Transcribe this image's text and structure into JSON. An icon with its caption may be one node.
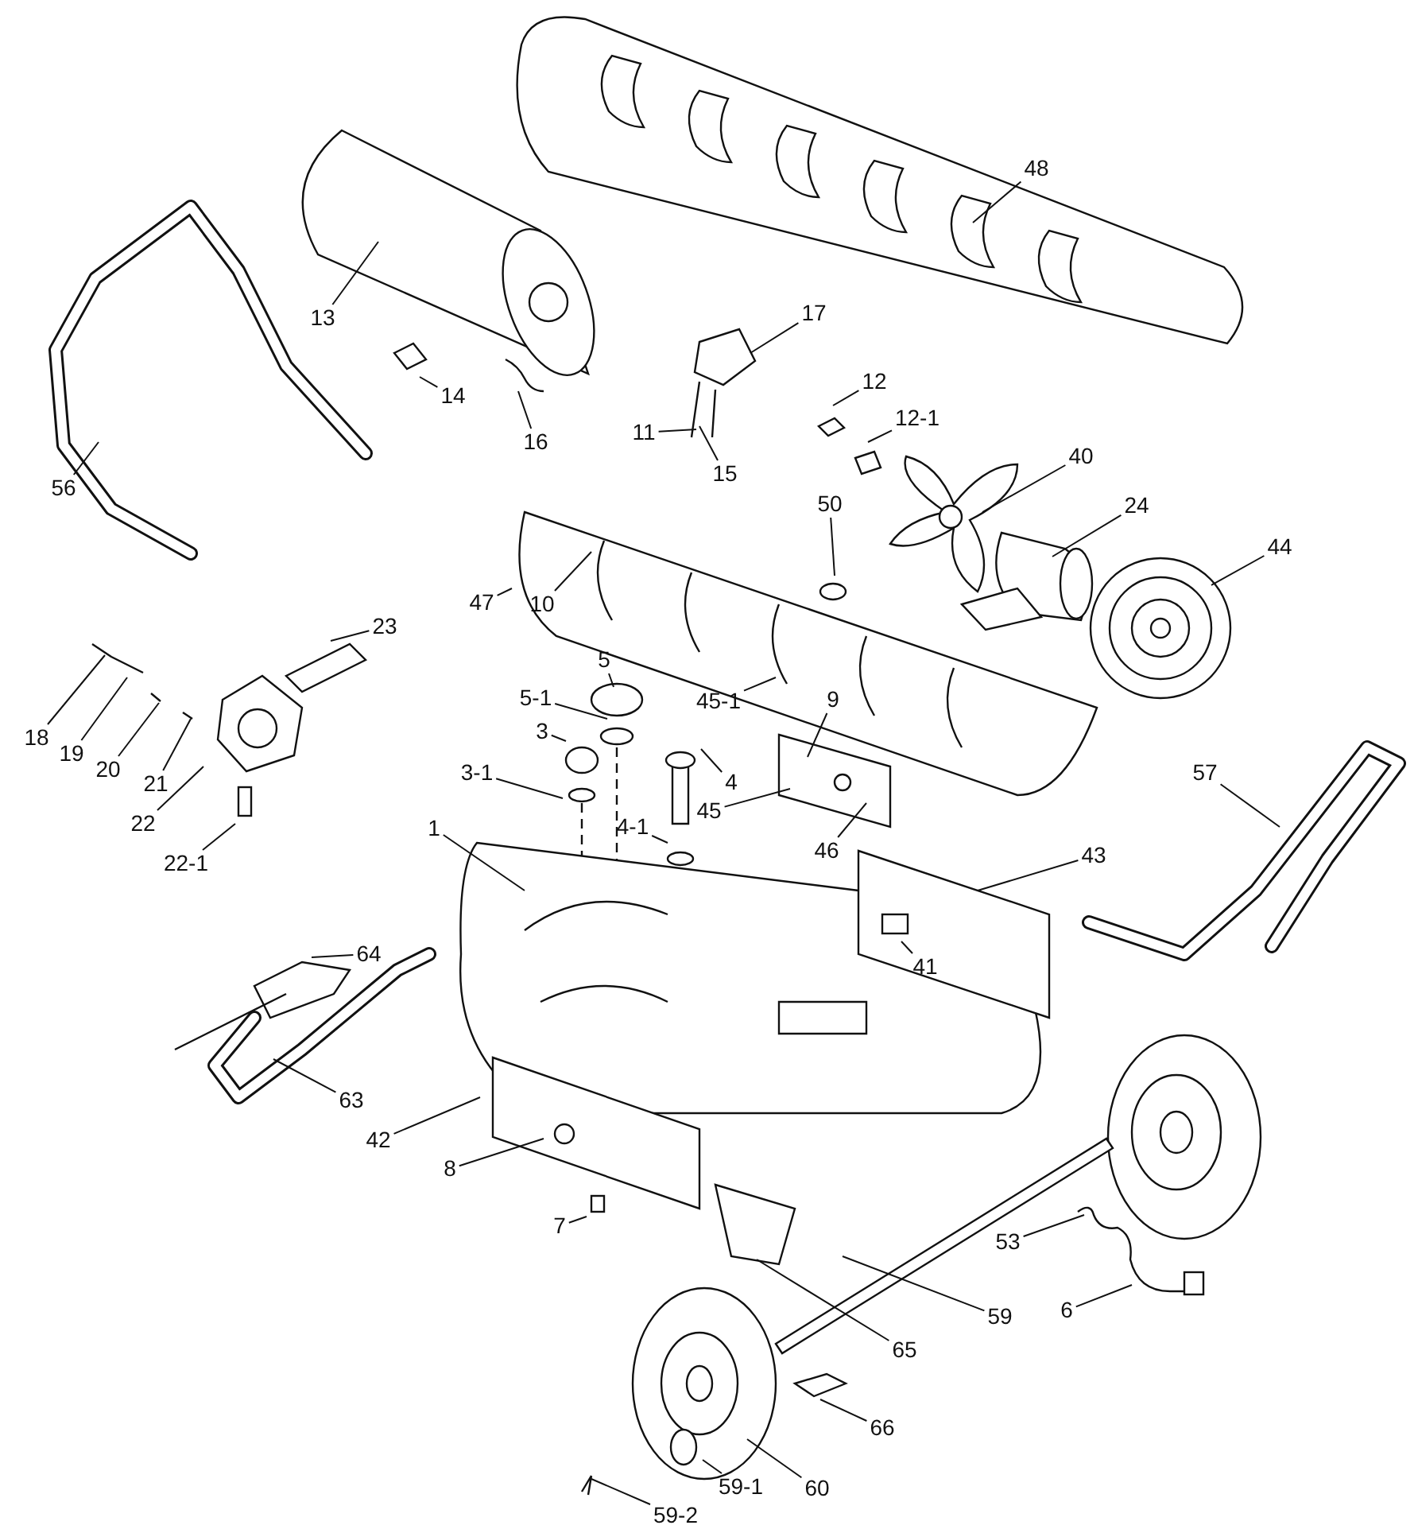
{
  "diagram": {
    "nodes": [
      {
        "text": [
          "48"
        ]
      },
      {
        "text": [
          "13"
        ]
      },
      {
        "text": [
          "17"
        ]
      },
      {
        "text": [
          "14"
        ]
      },
      {
        "text": [
          "16"
        ]
      },
      {
        "text": [
          "12"
        ]
      },
      {
        "text": [
          "12-1"
        ]
      },
      {
        "text": [
          "11"
        ]
      },
      {
        "text": [
          "15"
        ]
      },
      {
        "text": [
          "56"
        ]
      },
      {
        "text": [
          "40"
        ]
      },
      {
        "text": [
          "24"
        ]
      },
      {
        "text": [
          "50"
        ]
      },
      {
        "text": [
          "44"
        ]
      },
      {
        "text": [
          "47"
        ]
      },
      {
        "text": [
          "10"
        ]
      },
      {
        "text": [
          "23"
        ]
      },
      {
        "text": [
          "5"
        ]
      },
      {
        "text": [
          "5-1"
        ]
      },
      {
        "text": [
          "45-1"
        ]
      },
      {
        "text": [
          "3"
        ]
      },
      {
        "text": [
          "9"
        ]
      },
      {
        "text": [
          "18"
        ]
      },
      {
        "text": [
          "19"
        ]
      },
      {
        "text": [
          "20"
        ]
      },
      {
        "text": [
          "21"
        ]
      },
      {
        "text": [
          "4"
        ]
      },
      {
        "text": [
          "57"
        ]
      },
      {
        "text": [
          "3-1"
        ]
      },
      {
        "text": [
          "45"
        ]
      },
      {
        "text": [
          "46"
        ]
      },
      {
        "text": [
          "22"
        ]
      },
      {
        "text": [
          "4-1"
        ]
      },
      {
        "text": [
          "1"
        ]
      },
      {
        "text": [
          "22-1"
        ]
      },
      {
        "text": [
          "43"
        ]
      },
      {
        "text": [
          "64"
        ]
      },
      {
        "text": [
          "41"
        ]
      },
      {
        "text": [
          "63"
        ]
      },
      {
        "text": [
          "42"
        ]
      },
      {
        "text": [
          "8"
        ]
      },
      {
        "text": [
          "7"
        ]
      },
      {
        "text": [
          "53"
        ]
      },
      {
        "text": [
          "6"
        ]
      },
      {
        "text": [
          "59"
        ]
      },
      {
        "text": [
          "65"
        ]
      },
      {
        "text": [
          "66"
        ]
      },
      {
        "text": [
          "59-1"
        ]
      },
      {
        "text": [
          "60"
        ]
      },
      {
        "text": [
          "59-2"
        ]
      }
    ],
    "edges": [
      {
        "from": 0,
        "to": null,
        "arrow": "none"
      },
      {
        "from": 1,
        "to": null,
        "arrow": "none"
      },
      {
        "from": 2,
        "to": null,
        "arrow": "none"
      },
      {
        "from": 3,
        "to": null,
        "arrow": "none"
      },
      {
        "from": 4,
        "to": null,
        "arrow": "none"
      },
      {
        "from": 5,
        "to": null,
        "arrow": "none"
      },
      {
        "from": 6,
        "to": null,
        "arrow": "none"
      },
      {
        "from": 7,
        "to": null,
        "arrow": "none"
      },
      {
        "from": 8,
        "to": null,
        "arrow": "none"
      },
      {
        "from": 9,
        "to": null,
        "arrow": "none"
      },
      {
        "from": 10,
        "to": null,
        "arrow": "none"
      },
      {
        "from": 11,
        "to": null,
        "arrow": "none"
      },
      {
        "from": 12,
        "to": null,
        "arrow": "none"
      },
      {
        "from": 13,
        "to": null,
        "arrow": "none"
      },
      {
        "from": 14,
        "to": null,
        "arrow": "none"
      },
      {
        "from": 15,
        "to": null,
        "arrow": "none"
      },
      {
        "from": 16,
        "to": null,
        "arrow": "none"
      },
      {
        "from": 17,
        "to": null,
        "arrow": "none"
      },
      {
        "from": 18,
        "to": null,
        "arrow": "none"
      },
      {
        "from": 19,
        "to": null,
        "arrow": "none"
      },
      {
        "from": 20,
        "to": null,
        "arrow": "none"
      },
      {
        "from": 21,
        "to": null,
        "arrow": "none"
      },
      {
        "from": 22,
        "to": null,
        "arrow": "none"
      },
      {
        "from": 23,
        "to": null,
        "arrow": "none"
      },
      {
        "from": 24,
        "to": null,
        "arrow": "none"
      },
      {
        "from": 25,
        "to": null,
        "arrow": "none"
      },
      {
        "from": 26,
        "to": null,
        "arrow": "none"
      },
      {
        "from": 27,
        "to": null,
        "arrow": "none"
      },
      {
        "from": 28,
        "to": null,
        "arrow": "none"
      },
      {
        "from": 29,
        "to": null,
        "arrow": "none"
      },
      {
        "from": 30,
        "to": null,
        "arrow": "none"
      },
      {
        "from": 31,
        "to": null,
        "arrow": "none"
      },
      {
        "from": 32,
        "to": null,
        "arrow": "none"
      },
      {
        "from": 33,
        "to": null,
        "arrow": "none"
      },
      {
        "from": 34,
        "to": null,
        "arrow": "none"
      },
      {
        "from": 35,
        "to": null,
        "arrow": "none"
      },
      {
        "from": 36,
        "to": null,
        "arrow": "none"
      },
      {
        "from": 37,
        "to": null,
        "arrow": "none"
      },
      {
        "from": 38,
        "to": null,
        "arrow": "none"
      },
      {
        "from": 39,
        "to": null,
        "arrow": "none"
      },
      {
        "from": 40,
        "to": null,
        "arrow": "none"
      },
      {
        "from": 41,
        "to": null,
        "arrow": "none"
      },
      {
        "from": 42,
        "to": null,
        "arrow": "none"
      },
      {
        "from": 43,
        "to": null,
        "arrow": "none"
      },
      {
        "from": 44,
        "to": null,
        "arrow": "none"
      },
      {
        "from": 45,
        "to": null,
        "arrow": "none"
      },
      {
        "from": 46,
        "to": null,
        "arrow": "none"
      },
      {
        "from": 47,
        "to": null,
        "arrow": "none"
      },
      {
        "from": 48,
        "to": null,
        "arrow": "none"
      },
      {
        "from": 49,
        "to": null,
        "arrow": "none"
      }
    ]
  }
}
